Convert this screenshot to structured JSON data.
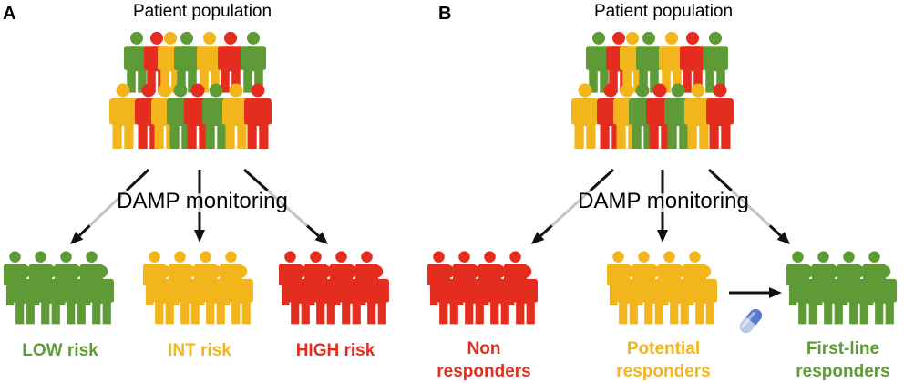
{
  "colors": {
    "green": "#5e9a35",
    "red": "#e42d1e",
    "yellow": "#f2b51b",
    "arrow_dark": "#111111",
    "arrow_light": "#c4c4c4"
  },
  "icons": [
    "person-icon",
    "pill-icon",
    "arrow-icon"
  ],
  "panelA": {
    "letter": "A",
    "title": "Patient population",
    "monitoring": "DAMP monitoring",
    "groups": [
      {
        "label": "LOW risk",
        "color": "#5e9a35"
      },
      {
        "label": "INT risk",
        "color": "#f2b51b"
      },
      {
        "label": "HIGH risk",
        "color": "#e42d1e"
      }
    ]
  },
  "panelB": {
    "letter": "B",
    "title": "Patient population",
    "monitoring": "DAMP monitoring",
    "groups": [
      {
        "label1": "Non",
        "label2": "responders",
        "color": "#e42d1e"
      },
      {
        "label1": "Potential",
        "label2": "responders",
        "color": "#f2b51b"
      },
      {
        "label1": "First-line",
        "label2": "responders",
        "color": "#5e9a35"
      }
    ]
  }
}
